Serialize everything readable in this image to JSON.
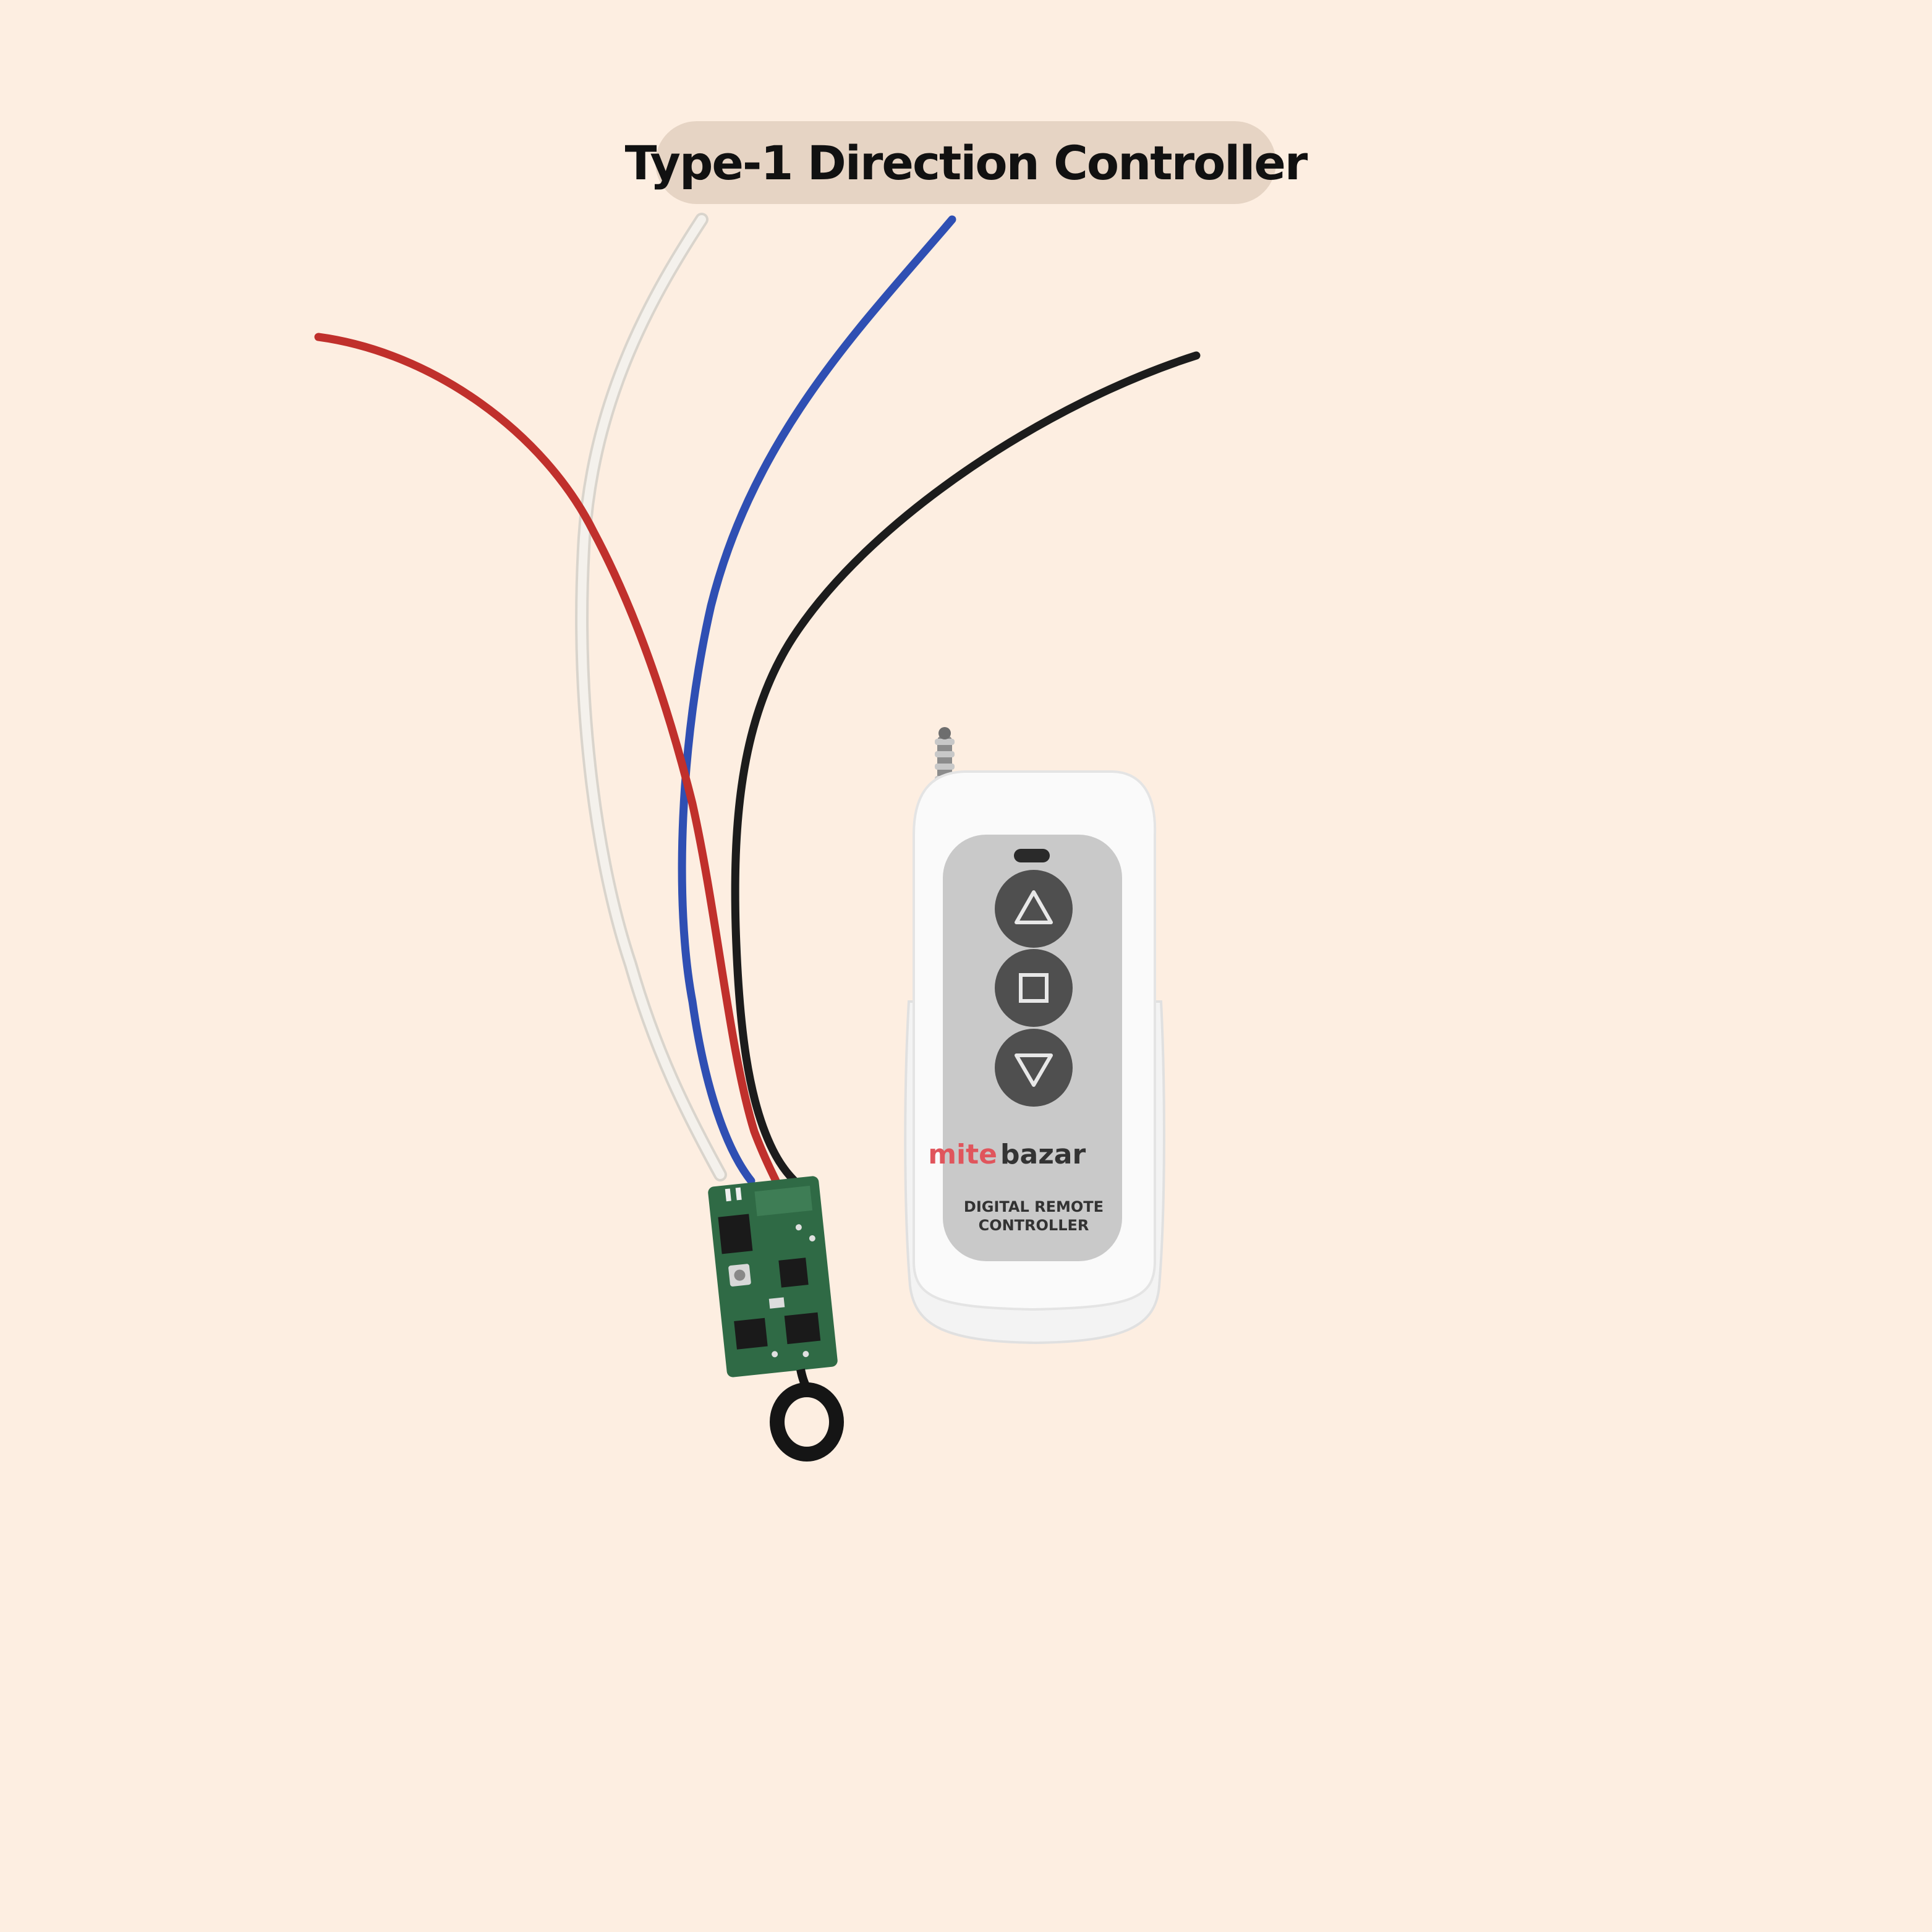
{
  "title": "Type-1 Direction Controller",
  "product": {
    "receiver": "receiver-board",
    "remote": {
      "brand_prefix": "mite",
      "brand_name": "bazar",
      "label_line1": "DIGITAL REMOTE",
      "label_line2": "CONTROLLER",
      "buttons": [
        "up-arrow-icon",
        "stop-square-icon",
        "down-arrow-icon"
      ]
    },
    "wire_colors": {
      "red": "#c0302c",
      "white": "#f2efea",
      "blue": "#2f4fb3",
      "black": "#1c1c1c"
    }
  },
  "colors": {
    "background": "#fdeee1",
    "title_pill": "#e6d4c4"
  }
}
